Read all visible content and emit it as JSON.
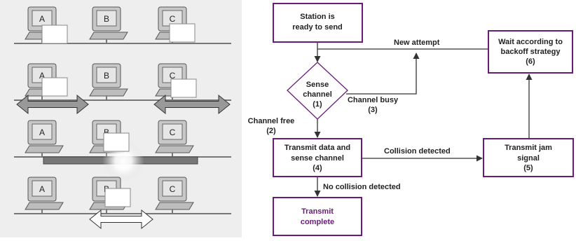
{
  "colors": {
    "box_border": "#6a1b7a",
    "arrow": "#333333",
    "panel_bg": "#eeeeee"
  },
  "left_panel": {
    "rows": [
      {
        "stations": [
          "A",
          "B",
          "C"
        ],
        "state": "idle"
      },
      {
        "stations": [
          "A",
          "B",
          "C"
        ],
        "state": "A and C transmitting"
      },
      {
        "stations": [
          "A",
          "B",
          "C"
        ],
        "state": "collision"
      },
      {
        "stations": [
          "A",
          "B",
          "C"
        ],
        "state": "jam signal"
      }
    ]
  },
  "flowchart": {
    "start": [
      "Station is",
      "ready to send"
    ],
    "sense": [
      "Sense",
      "channel",
      "(1)"
    ],
    "transmit": [
      "Transmit data and",
      "sense channel",
      "(4)"
    ],
    "complete": [
      "Transmit",
      "complete"
    ],
    "jam": [
      "Transmit jam",
      "signal",
      "(5)"
    ],
    "wait": [
      "Wait according to",
      "backoff strategy",
      "(6)"
    ],
    "edges": {
      "new_attempt": "New attempt",
      "channel_busy": [
        "Channel busy",
        "(3)"
      ],
      "channel_free": [
        "Channel free",
        "(2)"
      ],
      "collision_detected": "Collision detected",
      "no_collision": "No collision detected"
    }
  }
}
